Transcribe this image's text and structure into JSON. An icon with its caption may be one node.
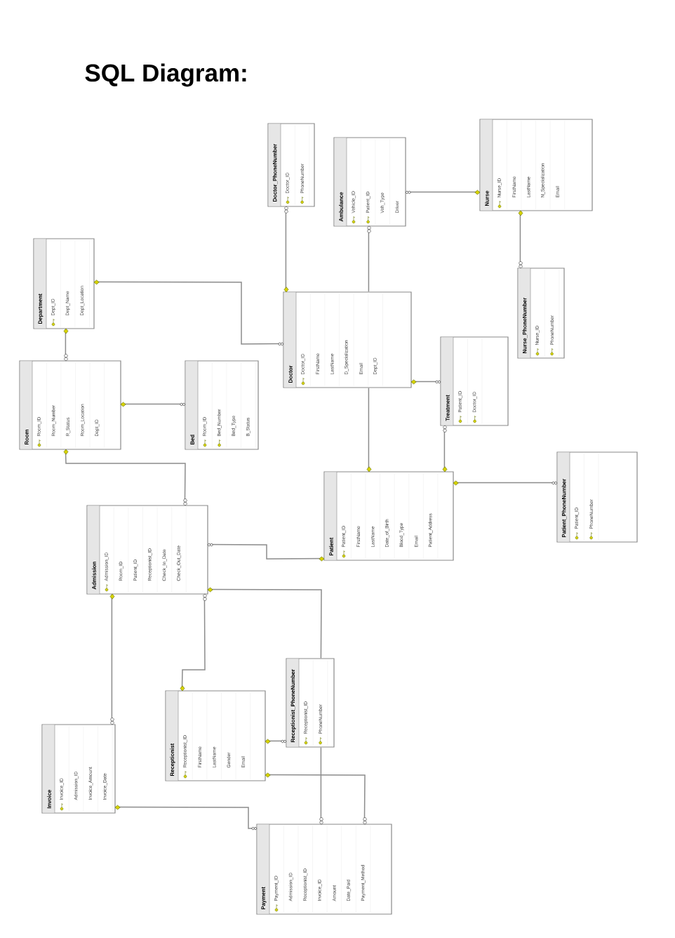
{
  "diagram": {
    "title": "SQL Diagram:",
    "nodes": [
      {
        "text": [
          "Doctor_PhoneNumber",
          "Doctor_ID",
          "PhoneNumber"
        ]
      },
      {
        "text": [
          "Ambulance",
          "Vehicle_ID",
          "Patient_ID",
          "Veh_Type",
          "Driver"
        ]
      },
      {
        "text": [
          "Nurse",
          "Nurse_ID",
          "FirstName",
          "LastName",
          "N_Specialization",
          "Email"
        ]
      },
      {
        "text": [
          "Department",
          "Dept_ID",
          "Dept_Name",
          "Dept_Location"
        ]
      },
      {
        "text": [
          "Nurse_PhoneNumber",
          "Nurse_ID",
          "PhoneNumber"
        ]
      },
      {
        "text": [
          "Doctor",
          "Doctor_ID",
          "FirstName",
          "LastName",
          "D_Specialization",
          "Email",
          "Dept_ID"
        ]
      },
      {
        "text": [
          "Treatment",
          "Patient_ID",
          "Doctor_ID"
        ]
      },
      {
        "text": [
          "Room",
          "Room_ID",
          "Room_Number",
          "R_Status",
          "Room_Location",
          "Dept_ID"
        ]
      },
      {
        "text": [
          "Bed",
          "Room_ID",
          "Bed_Number",
          "Bed_Type",
          "B_Status"
        ]
      },
      {
        "text": [
          "Patient_PhoneNumber",
          "Patient_ID",
          "PhoneNumber"
        ]
      },
      {
        "text": [
          "Patient",
          "Patient_ID",
          "FirstName",
          "LastName",
          "Date_of_Birth",
          "Blood_Type",
          "Email",
          "Patient_Address"
        ]
      },
      {
        "text": [
          "Admission",
          "Admission_ID",
          "Room_ID",
          "Patient_ID",
          "Receptionist_ID",
          "Check_In_Date",
          "Check_Out_Date"
        ]
      },
      {
        "text": [
          "Receptionist_PhoneNumber",
          "Receptionist_ID",
          "PhoneNumber"
        ]
      },
      {
        "text": [
          "Receptionist",
          "Receptionist_ID",
          "FirstName",
          "LastName",
          "Gender",
          "Email"
        ]
      },
      {
        "text": [
          "Invoice",
          "Invoice_ID",
          "Admission_ID",
          "Invoice_Amount",
          "Invoice_Date"
        ]
      },
      {
        "text": [
          "Payment",
          "Payment_ID",
          "Admission_ID",
          "Receptionist_ID",
          "Invoice_ID",
          "Amount",
          "Date_Paid",
          "Payment_Method"
        ]
      }
    ],
    "edges": [
      {
        "from": 0,
        "to": 5,
        "arrow": "other"
      },
      {
        "from": 1,
        "to": 2,
        "arrow": "other"
      },
      {
        "from": 5,
        "to": 1,
        "arrow": "other"
      },
      {
        "from": 5,
        "to": 10,
        "arrow": "other"
      },
      {
        "from": 4,
        "to": 2,
        "arrow": "other"
      },
      {
        "from": 5,
        "to": 3,
        "arrow": "other"
      },
      {
        "from": 6,
        "to": 5,
        "arrow": "other"
      },
      {
        "from": 6,
        "to": 10,
        "arrow": "other"
      },
      {
        "from": 7,
        "to": 3,
        "arrow": "other"
      },
      {
        "from": 8,
        "to": 7,
        "arrow": "other"
      },
      {
        "from": 9,
        "to": 10,
        "arrow": "other"
      },
      {
        "from": 11,
        "to": 7,
        "arrow": "other"
      },
      {
        "from": 11,
        "to": 10,
        "arrow": "other"
      },
      {
        "from": 11,
        "to": 13,
        "arrow": "other"
      },
      {
        "from": 12,
        "to": 11,
        "arrow": "other"
      },
      {
        "from": 12,
        "to": 15,
        "arrow": "other"
      },
      {
        "from": 12,
        "to": 13,
        "arrow": "other"
      },
      {
        "from": 15,
        "to": 13,
        "arrow": "other"
      },
      {
        "from": 14,
        "to": 11,
        "arrow": "other"
      },
      {
        "from": 15,
        "to": 14,
        "arrow": "other"
      }
    ]
  }
}
